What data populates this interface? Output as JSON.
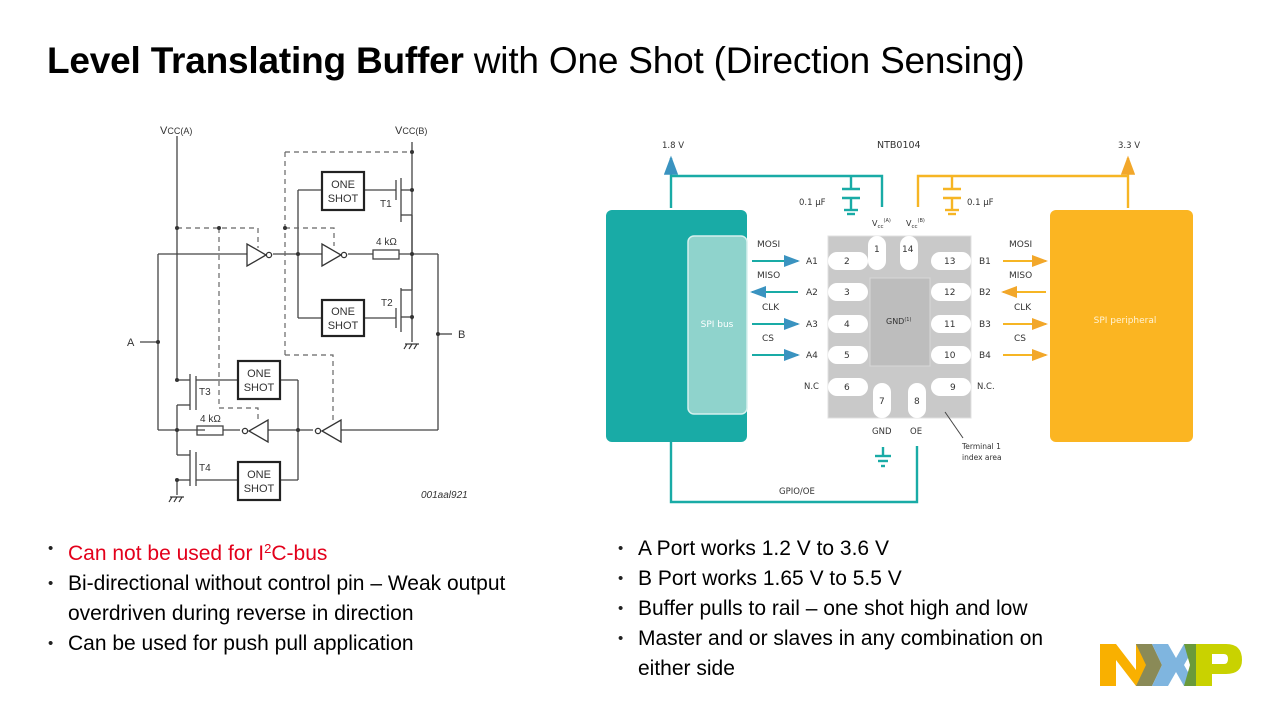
{
  "slide": {
    "title_bold": "Level Translating Buffer",
    "title_regular": " with One Shot (Direction Sensing)"
  },
  "schematic": {
    "vcc_a": "V",
    "vcc_a_sub": "CC(A)",
    "vcc_b": "V",
    "vcc_b_sub": "CC(B)",
    "port_a": "A",
    "port_b": "B",
    "one_shot_line1": "ONE",
    "one_shot_line2": "SHOT",
    "transistors": [
      "T1",
      "T2",
      "T3",
      "T4"
    ],
    "resistor_label": "4 kΩ",
    "figure_id": "001aal921"
  },
  "application": {
    "chip_name": "NTB0104",
    "supply_a": "1.8 V",
    "supply_b": "3.3 V",
    "cap_a": "0.1 µF",
    "cap_b": "0.1 µF",
    "vcc_a_pin": "V",
    "vcc_a_sub": "cc",
    "vcc_a_sup": "(A)",
    "vcc_b_pin": "V",
    "vcc_b_sub": "cc",
    "vcc_b_sup": "(B)",
    "host_label": "SPI bus",
    "peripheral_label": "SPI peripheral",
    "gnd_pad": "GND",
    "gnd_pad_sup": "(1)",
    "signals": [
      "MOSI",
      "MISO",
      "CLK",
      "CS"
    ],
    "a_ports": [
      "A1",
      "A2",
      "A3",
      "A4"
    ],
    "b_ports": [
      "B1",
      "B2",
      "B3",
      "B4"
    ],
    "left_pins": [
      "2",
      "3",
      "4",
      "5",
      "6"
    ],
    "right_pins": [
      "13",
      "12",
      "11",
      "10",
      "9"
    ],
    "top_pins": [
      "1",
      "14"
    ],
    "bottom_pins": [
      "7",
      "8"
    ],
    "nc_left": "N.C",
    "nc_right": "N.C.",
    "gnd_label": "GND",
    "oe_label": "OE",
    "gpio_label": "GPIO/OE",
    "terminal_line1": "Terminal 1",
    "terminal_line2": "index area",
    "colors": {
      "teal": "#19aba6",
      "teal_light": "#8fd3cc",
      "yellow": "#fbb522",
      "chip_gray": "#c9c9c9",
      "pad_gray": "#bdbdbd",
      "arrow_blue": "#3a93c0"
    }
  },
  "bullets_left": [
    {
      "pre": "Can not be used for I",
      "sup": "2",
      "post": "C-bus",
      "highlight": true
    },
    {
      "text": "Bi-directional without control pin – Weak output overdriven during reverse in direction"
    },
    {
      "text": "Can be used for push pull application"
    }
  ],
  "bullets_right": [
    {
      "text": "A Port works 1.2 V to 3.6 V"
    },
    {
      "text": "B Port works 1.65 V to 5.5 V"
    },
    {
      "text": "Buffer pulls to rail – one shot high and low"
    },
    {
      "text": "Master and or slaves in any combination on either side"
    }
  ],
  "logo": {
    "name": "NXP",
    "colors": {
      "n": "#f9b000",
      "x_left": "#8a8a57",
      "x_mid": "#7fb5df",
      "x_right": "#6a9a3a",
      "p": "#c9d200"
    }
  }
}
